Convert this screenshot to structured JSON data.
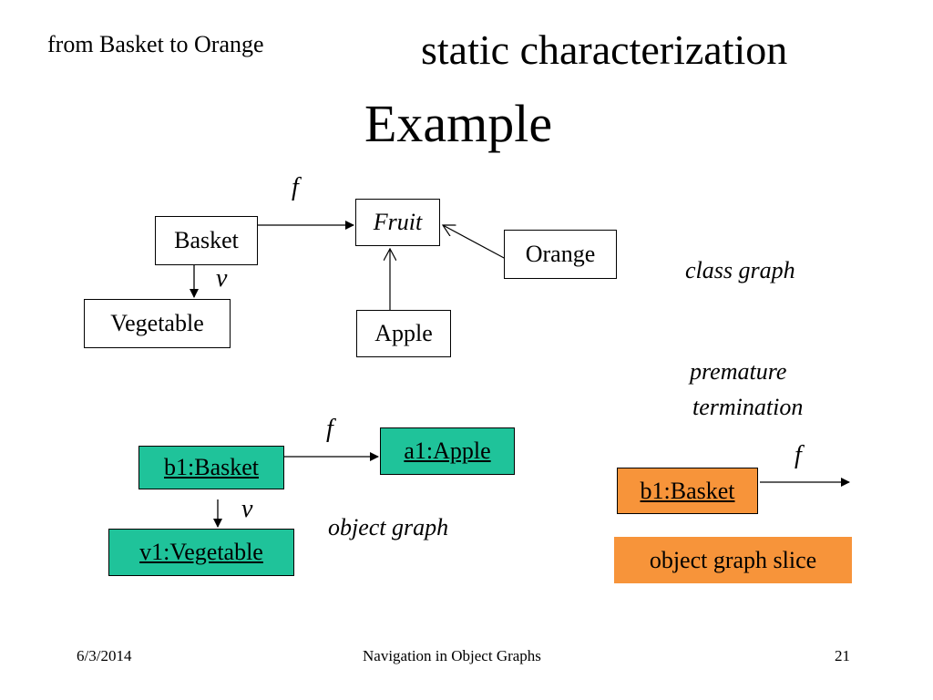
{
  "header": {
    "subtitle_left": "from Basket to Orange",
    "subtitle_right": "static characterization",
    "title": "Example"
  },
  "class_graph": {
    "nodes": {
      "basket": "Basket",
      "fruit": "Fruit",
      "orange": "Orange",
      "vegetable": "Vegetable",
      "apple": "Apple"
    },
    "edge_labels": {
      "f": "f",
      "v": "v"
    },
    "caption": "class graph"
  },
  "object_graph": {
    "nodes": {
      "b1": "b1:Basket",
      "a1": "a1:Apple",
      "v1": "v1:Vegetable"
    },
    "edge_labels": {
      "f": "f",
      "v": "v"
    },
    "caption": "object graph"
  },
  "slice": {
    "note_line1": "premature",
    "note_line2": "termination",
    "node": "b1:Basket",
    "edge_label": "f",
    "caption": "object graph slice"
  },
  "footer": {
    "date": "6/3/2014",
    "title": "Navigation in Object Graphs",
    "page": "21"
  },
  "colors": {
    "object_node": "#1fc39a",
    "slice": "#f7943a"
  }
}
